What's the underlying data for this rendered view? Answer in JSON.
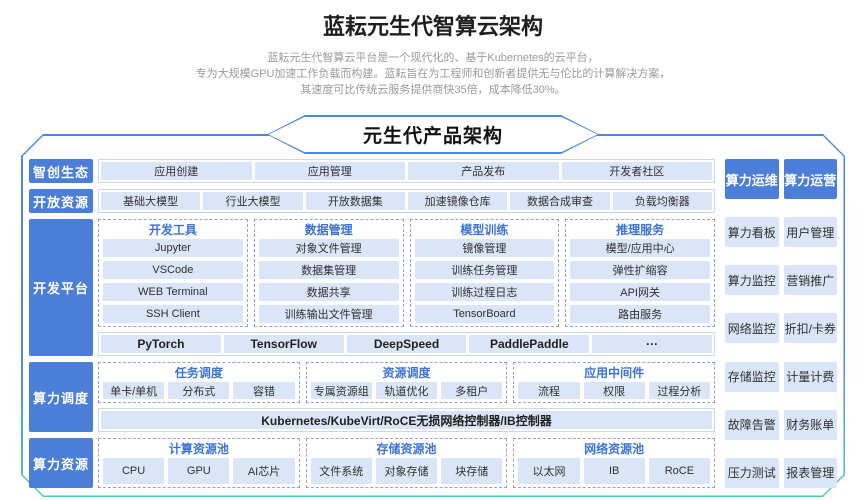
{
  "colors": {
    "frame_blue": "#4b86e8",
    "frame_teal": "#4cc9b5",
    "label_blue": "#4a7ed8",
    "cell_bg": "#dbe5f8",
    "cell_text": "#2f2f2f",
    "group_title_blue": "#3d73d9",
    "subtitle_gray": "#9a9a9a"
  },
  "header": {
    "title": "蓝耘元生代智算云架构",
    "subtitle_lines": [
      "蓝耘元生代智算云平台是一个现代化的、基于Kubernetes的云平台，",
      "专为大规模GPU加速工作负载而构建。蓝耘旨在为工程师和创新者提供无与伦比的计算解决方案，",
      "其速度可比传统云服务提供商快35倍，成本降低30%。"
    ]
  },
  "banner": {
    "title": "元生代产品架构"
  },
  "eco_row": {
    "label": "智创生态",
    "cells": [
      "应用创建",
      "应用管理",
      "产品发布",
      "开发者社区"
    ]
  },
  "open_row": {
    "label": "开放资源",
    "cells": [
      "基础大模型",
      "行业大模型",
      "开放数据集",
      "加速镜像仓库",
      "数据合成审查",
      "负载均衡器"
    ]
  },
  "dev_platform": {
    "label": "开发平台",
    "columns": [
      {
        "title": "开发工具",
        "items": [
          "Jupyter",
          "VSCode",
          "WEB Terminal",
          "SSH Client"
        ]
      },
      {
        "title": "数据管理",
        "items": [
          "对象文件管理",
          "数据集管理",
          "数据共享",
          "训练输出文件管理"
        ]
      },
      {
        "title": "模型训练",
        "items": [
          "镜像管理",
          "训练任务管理",
          "训练过程日志",
          "TensorBoard"
        ]
      },
      {
        "title": "推理服务",
        "items": [
          "模型/应用中心",
          "弹性扩缩容",
          "API网关",
          "路由服务"
        ]
      }
    ],
    "frameworks": [
      "PyTorch",
      "TensorFlow",
      "DeepSpeed",
      "PaddlePaddle",
      "···"
    ]
  },
  "scheduling": {
    "label": "算力调度",
    "columns": [
      {
        "title": "任务调度",
        "items": [
          "单卡/单机",
          "分布式",
          "容错"
        ]
      },
      {
        "title": "资源调度",
        "items": [
          "专属资源组",
          "轨道优化",
          "多租户"
        ]
      },
      {
        "title": "应用中间件",
        "items": [
          "流程",
          "权限",
          "过程分析"
        ]
      }
    ],
    "base_cells": [
      "Kubernetes/KubeVirt/RoCE无损网络控制器/IB控制器"
    ]
  },
  "resources": {
    "label": "算力资源",
    "columns": [
      {
        "title": "计算资源池",
        "items": [
          "CPU",
          "GPU",
          "AI芯片"
        ]
      },
      {
        "title": "存储资源池",
        "items": [
          "文件系统",
          "对象存储",
          "块存储"
        ]
      },
      {
        "title": "网络资源池",
        "items": [
          "以太网",
          "IB",
          "RoCE"
        ]
      }
    ]
  },
  "sidebar": {
    "columns": [
      {
        "header": "算力运维",
        "items": [
          "算力看板",
          "算力监控",
          "网络监控",
          "存储监控",
          "故障告警",
          "压力测试"
        ]
      },
      {
        "header": "算力运营",
        "items": [
          "用户管理",
          "营销推广",
          "折扣/卡券",
          "计量计费",
          "财务账单",
          "报表管理"
        ]
      }
    ]
  }
}
